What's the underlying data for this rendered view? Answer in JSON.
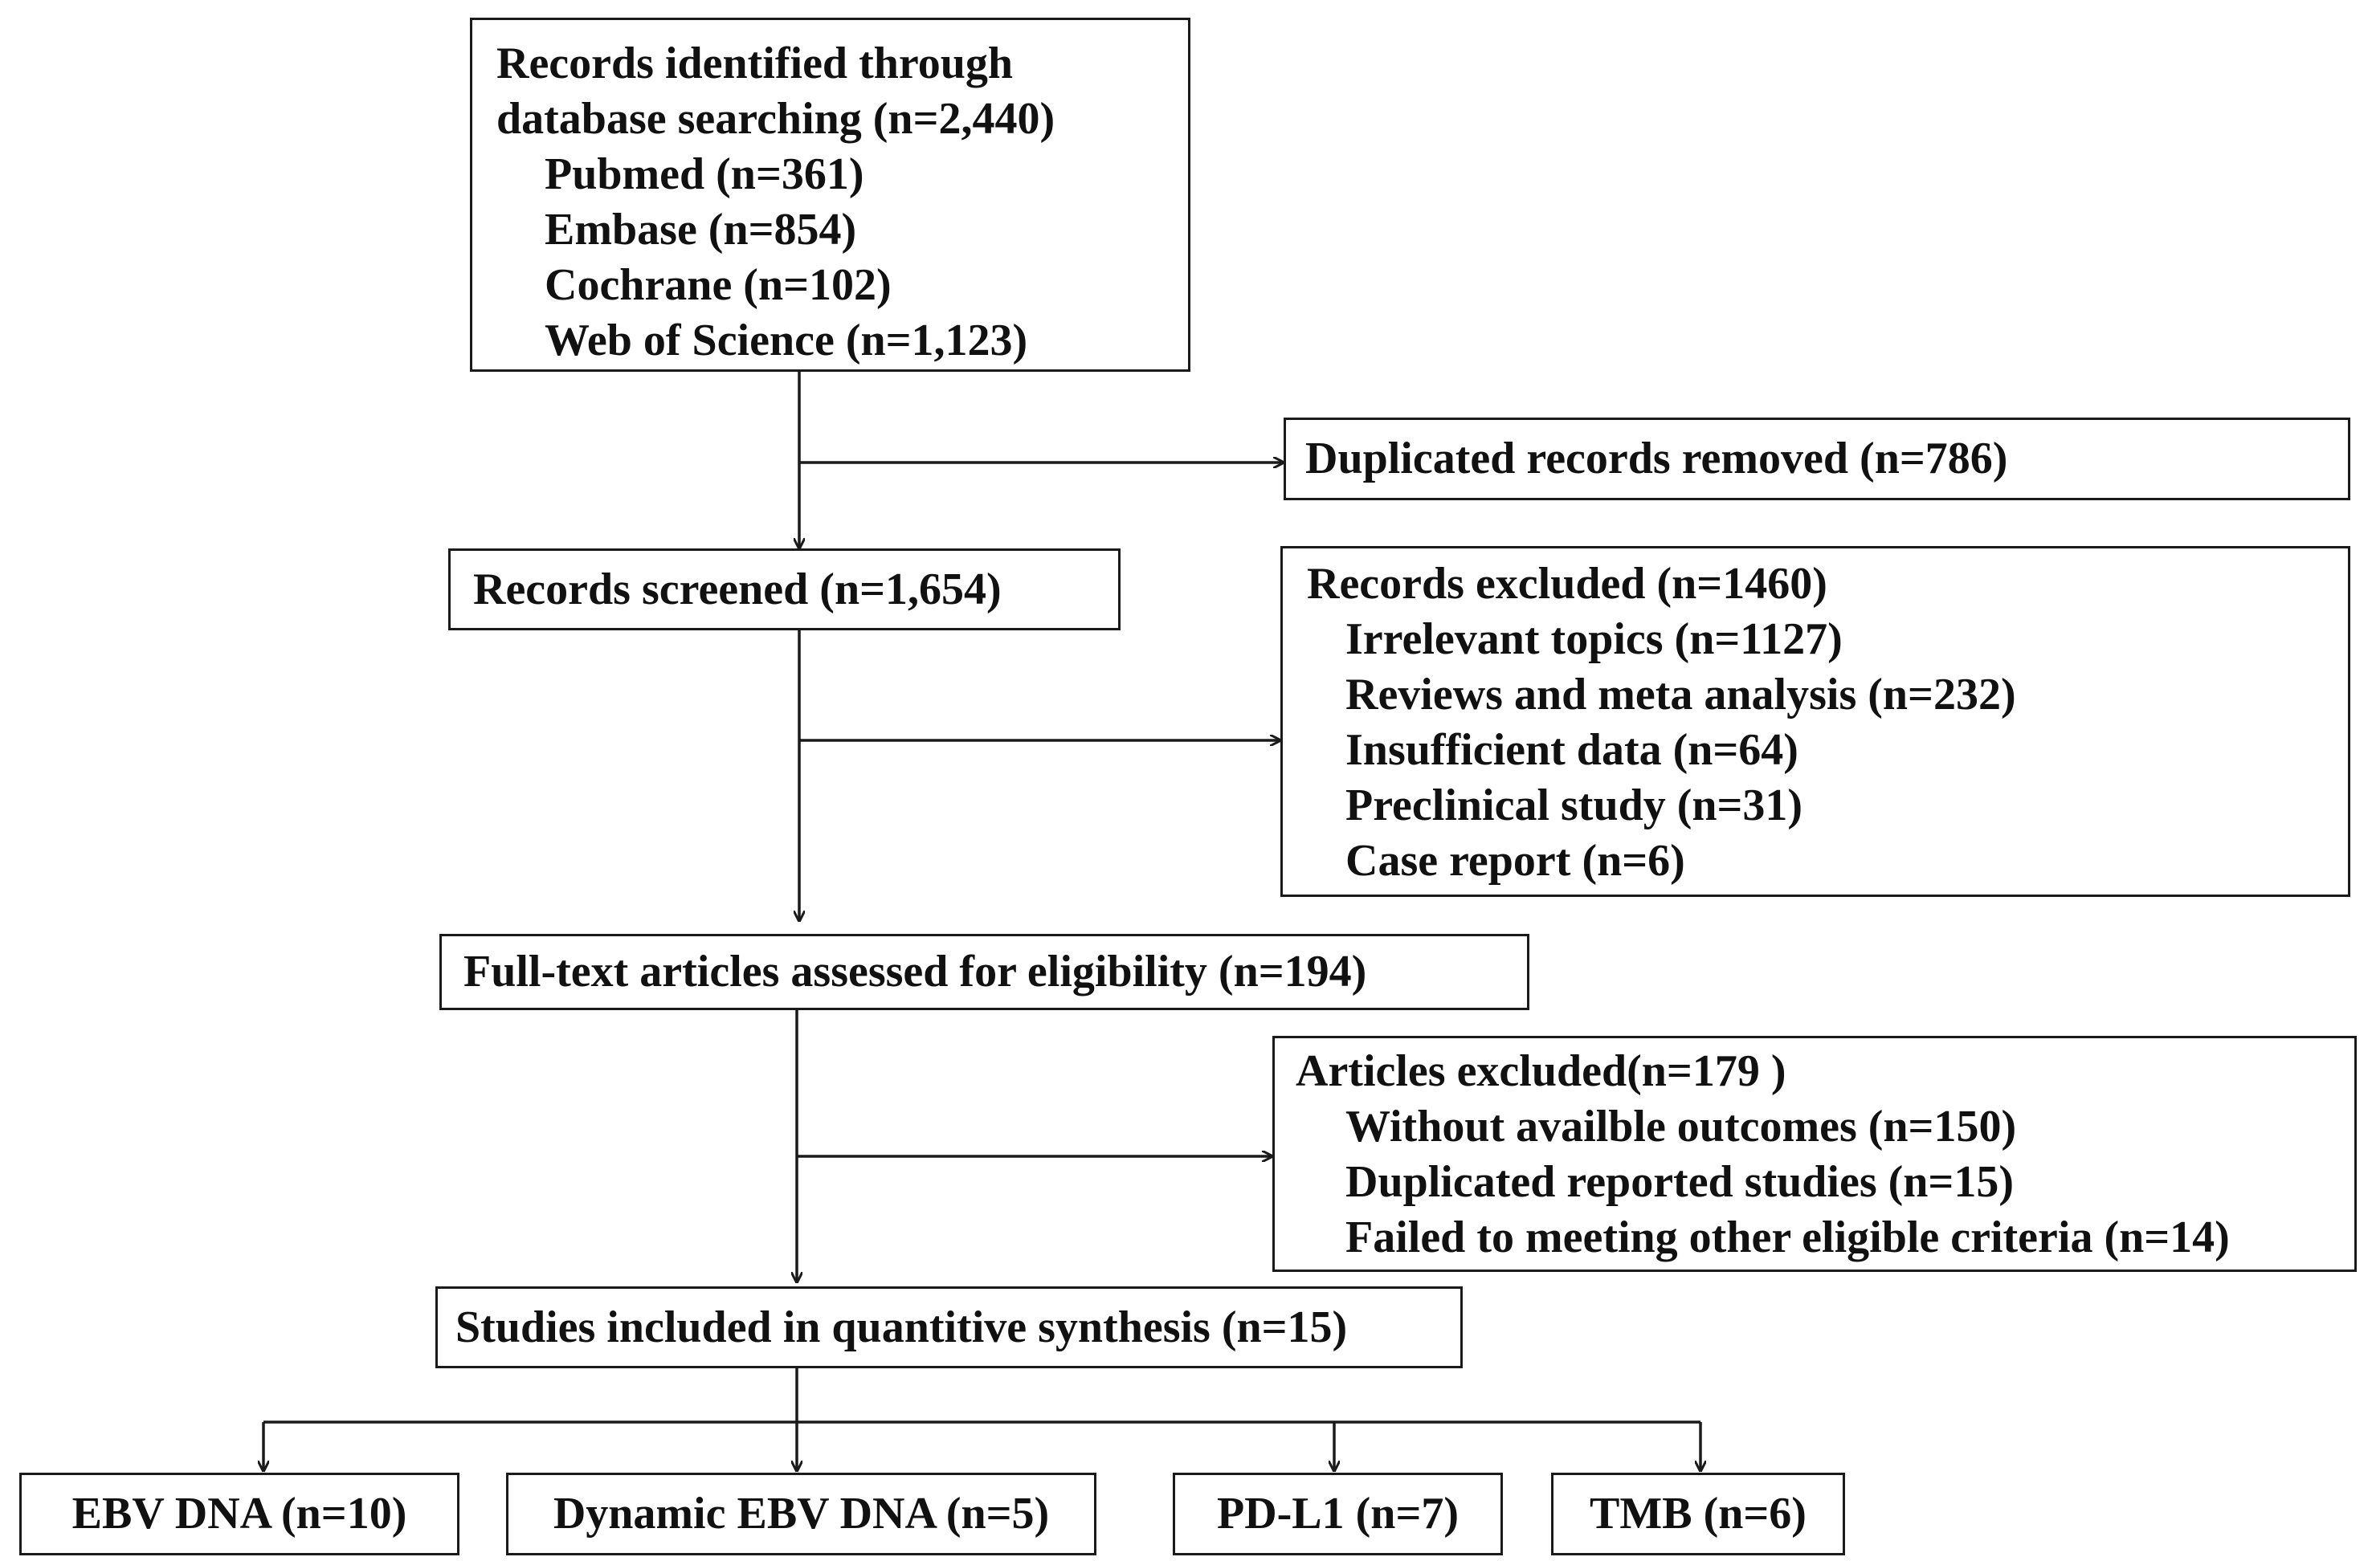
{
  "identification": {
    "title_line1": "Records identified through",
    "title_line2": "database searching (n=2,440)",
    "sources": [
      "Pubmed (n=361)",
      "Embase (n=854)",
      "Cochrane (n=102)",
      "Web of Science (n=1,123)"
    ]
  },
  "duplicates": "Duplicated records removed (n=786)",
  "screened": "Records screened (n=1,654)",
  "records_excluded": {
    "title": "Records excluded  (n=1460)",
    "reasons": [
      "Irrelevant topics (n=1127)",
      "Reviews and meta analysis (n=232)",
      "Insufficient data (n=64)",
      "Preclinical study (n=31)",
      "Case report (n=6)"
    ]
  },
  "fulltext": "Full-text articles assessed for eligibility (n=194)",
  "articles_excluded": {
    "title": "Articles excluded(n=179 )",
    "reasons": [
      "Without availble outcomes (n=150)",
      "Duplicated reported studies (n=15)",
      "Failed to meeting other eligible criteria (n=14)"
    ]
  },
  "included": "Studies included in quantitive synthesis (n=15)",
  "outcomes": [
    "EBV DNA (n=10)",
    "Dynamic EBV DNA (n=5)",
    "PD-L1 (n=7)",
    "TMB (n=6)"
  ],
  "colors": {
    "stroke": "#1a1a1a",
    "text": "#111111",
    "background": "#ffffff"
  }
}
